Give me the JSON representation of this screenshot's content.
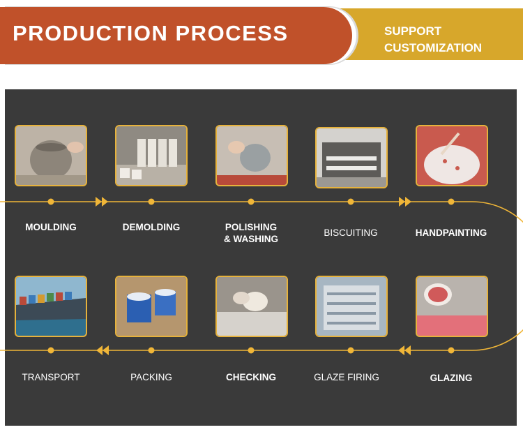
{
  "header": {
    "title": "PRODUCTION PROCESS",
    "side_line1": "SUPPORT",
    "side_line2": "CUSTOMIZATION"
  },
  "colors": {
    "accent_red": "#c0512a",
    "accent_gold": "#d7a72b",
    "panel_bg": "#3a3a3a",
    "flow_line": "#f0b638"
  },
  "steps_row1": [
    {
      "label": "MOULDING",
      "icon": "moulding-photo"
    },
    {
      "label": "DEMOLDING",
      "icon": "demolding-photo"
    },
    {
      "label": "POLISHING",
      "label2": "& WASHING",
      "icon": "polishing-photo"
    },
    {
      "label": "BISCUITING",
      "icon": "biscuiting-photo"
    },
    {
      "label": "HANDPAINTING",
      "icon": "handpainting-photo"
    }
  ],
  "steps_row2": [
    {
      "label": "TRANSPORT",
      "icon": "transport-photo"
    },
    {
      "label": "PACKING",
      "icon": "packing-photo"
    },
    {
      "label": "CHECKING",
      "icon": "checking-photo"
    },
    {
      "label": "GLAZE FIRING",
      "icon": "glaze-firing-photo"
    },
    {
      "label": "GLAZING",
      "icon": "glazing-photo"
    }
  ]
}
